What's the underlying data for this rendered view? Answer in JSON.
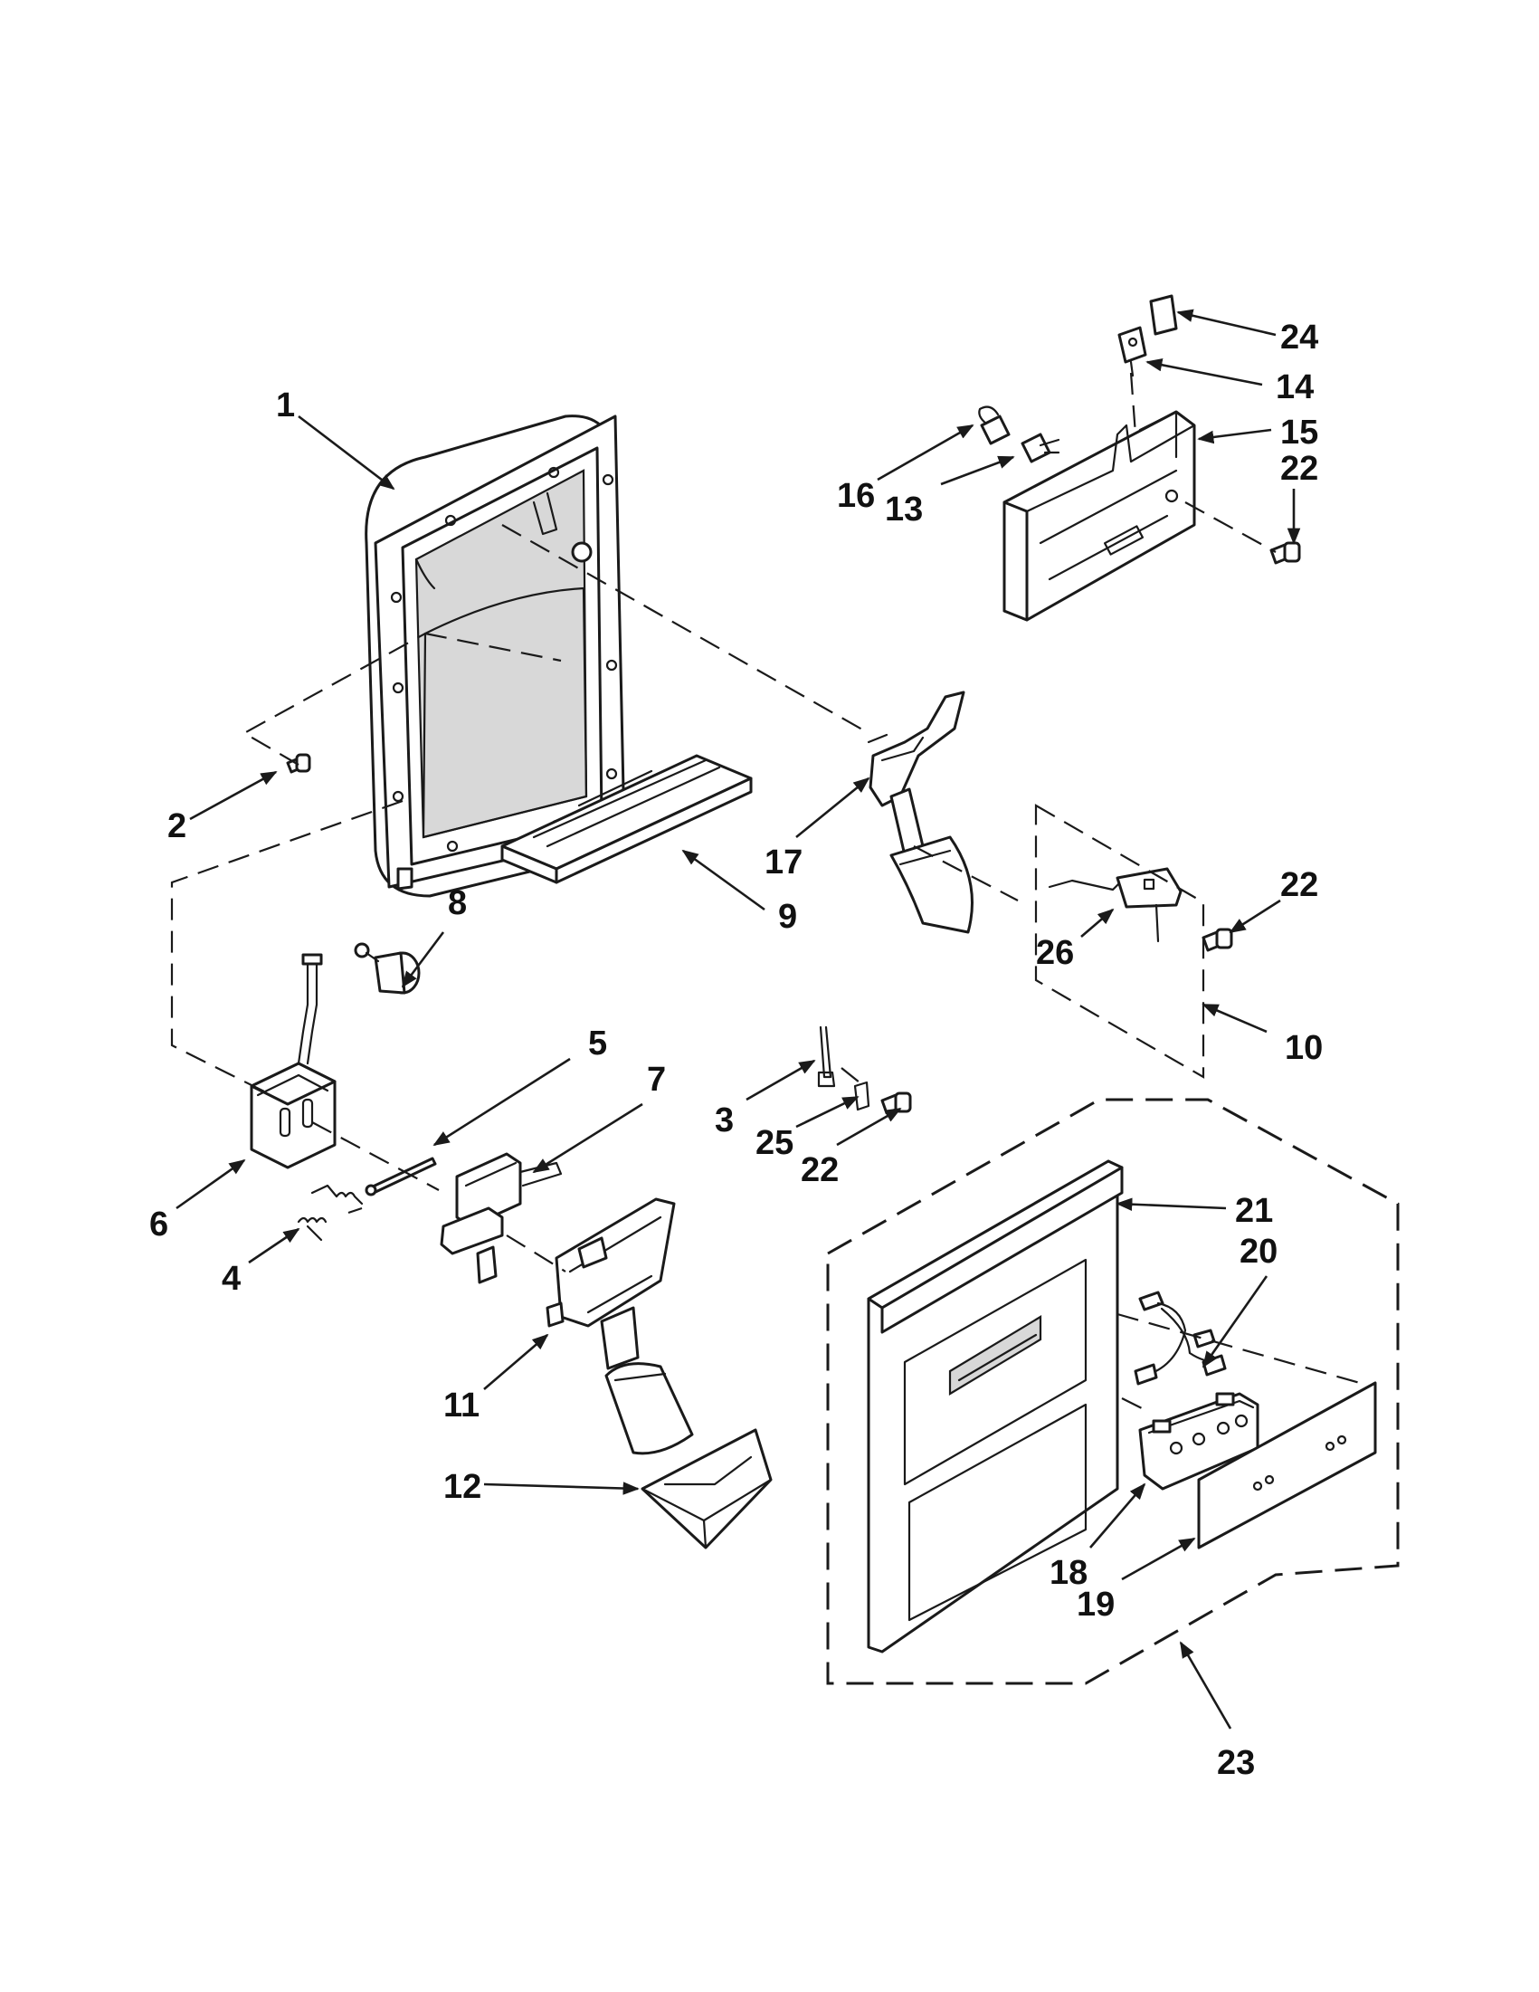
{
  "callouts": [
    {
      "id": "1",
      "text": "1"
    },
    {
      "id": "2",
      "text": "2"
    },
    {
      "id": "3",
      "text": "3"
    },
    {
      "id": "4",
      "text": "4"
    },
    {
      "id": "5",
      "text": "5"
    },
    {
      "id": "6",
      "text": "6"
    },
    {
      "id": "7",
      "text": "7"
    },
    {
      "id": "8",
      "text": "8"
    },
    {
      "id": "9",
      "text": "9"
    },
    {
      "id": "10",
      "text": "10"
    },
    {
      "id": "11",
      "text": "11"
    },
    {
      "id": "12",
      "text": "12"
    },
    {
      "id": "13",
      "text": "13"
    },
    {
      "id": "14",
      "text": "14"
    },
    {
      "id": "15",
      "text": "15"
    },
    {
      "id": "16",
      "text": "16"
    },
    {
      "id": "17",
      "text": "17"
    },
    {
      "id": "18",
      "text": "18"
    },
    {
      "id": "19",
      "text": "19"
    },
    {
      "id": "20",
      "text": "20"
    },
    {
      "id": "21",
      "text": "21"
    },
    {
      "id": "22a",
      "text": "22"
    },
    {
      "id": "22b",
      "text": "22"
    },
    {
      "id": "22c",
      "text": "22"
    },
    {
      "id": "23",
      "text": "23"
    },
    {
      "id": "24",
      "text": "24"
    },
    {
      "id": "25",
      "text": "25"
    },
    {
      "id": "26",
      "text": "26"
    }
  ]
}
